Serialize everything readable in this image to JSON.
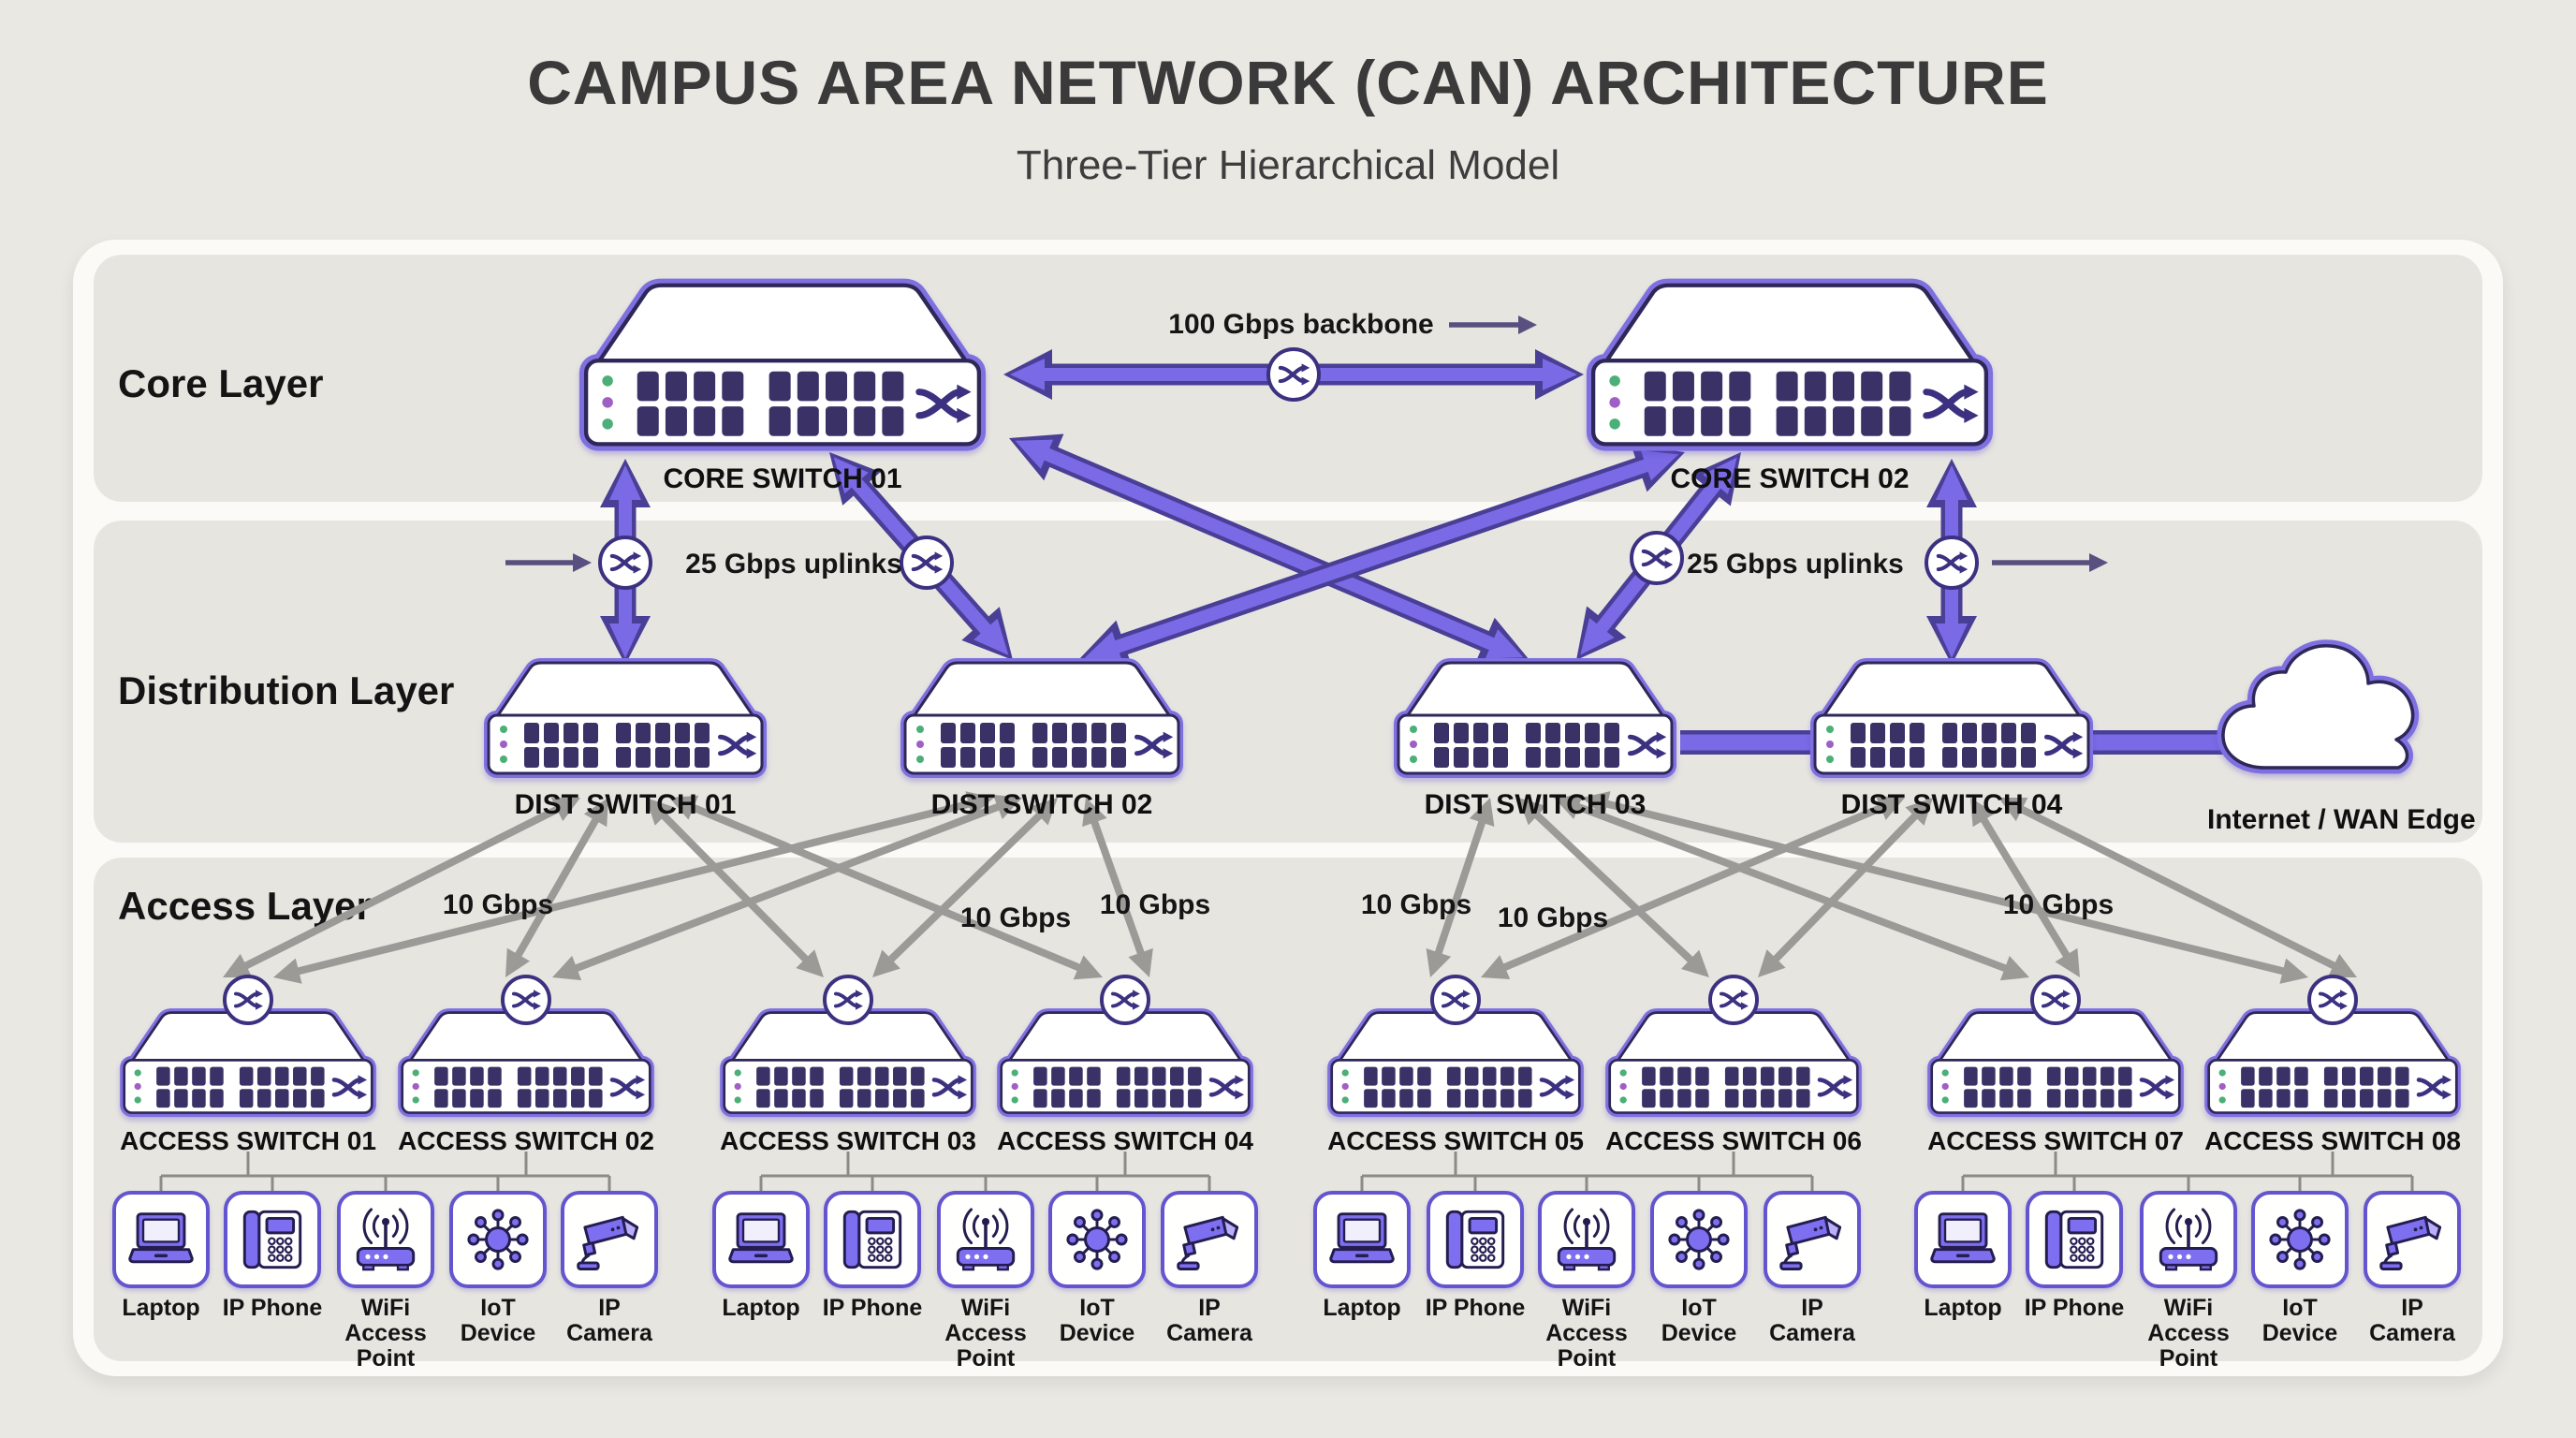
{
  "title": "CAMPUS AREA NETWORK (CAN) ARCHITECTURE",
  "subtitle": "Three-Tier Hierarchical Model",
  "core": {
    "label": "Core Layer",
    "backbone_label": "100 Gbps backbone",
    "switches": [
      "CORE SWITCH 01",
      "CORE SWITCH 02"
    ]
  },
  "distribution": {
    "label": "Distribution Layer",
    "uplinks_left": "25 Gbps uplinks",
    "uplinks_right": "25 Gbps uplinks",
    "switches": [
      "DIST SWITCH 01",
      "DIST SWITCH 02",
      "DIST SWITCH 03",
      "DIST SWITCH 04"
    ],
    "wan_label": "Internet / WAN Edge"
  },
  "access": {
    "label": "Access Layer",
    "speed_labels": [
      "10 Gbps",
      "10 Gbps",
      "10 Gbps",
      "10 Gbps",
      "10 Gbps",
      "10 Gbps"
    ],
    "switches": [
      "ACCESS SWITCH 01",
      "ACCESS SWITCH 02",
      "ACCESS SWITCH 03",
      "ACCESS SWITCH 04",
      "ACCESS SWITCH 05",
      "ACCESS SWITCH 06",
      "ACCESS SWITCH 07",
      "ACCESS SWITCH 08"
    ]
  },
  "devices": {
    "group_count": 4,
    "types": [
      {
        "id": "laptop",
        "label": "Laptop"
      },
      {
        "id": "ip-phone",
        "label": "IP Phone"
      },
      {
        "id": "wifi-ap",
        "label": "WiFi Access Point"
      },
      {
        "id": "iot",
        "label": "IoT Device"
      },
      {
        "id": "ip-camera",
        "label": "IP Camera"
      }
    ]
  },
  "colors": {
    "accent_purple": "#7a6ae6",
    "deep_purple": "#4a3f96",
    "outline_navy": "#2e2757",
    "port_navy": "#3a3166",
    "gray_link": "#9b9a97",
    "band_gray": "#e7e5e0",
    "panel_white": "#fbfaf7",
    "background": "#eae8e3",
    "led_green": "#4caf78",
    "led_violet": "#a05fc4",
    "text_dark": "#1b1b1b"
  }
}
